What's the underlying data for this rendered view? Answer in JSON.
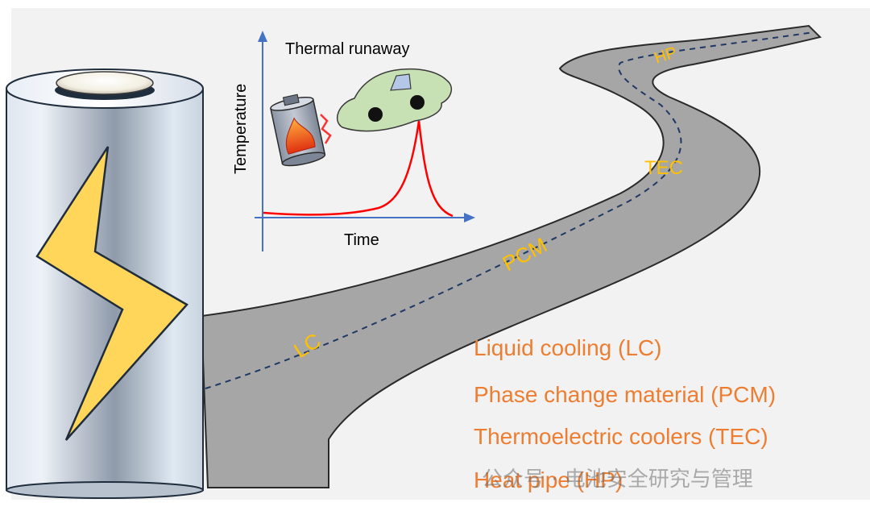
{
  "inset_chart": {
    "title": "Thermal runaway",
    "xlabel": "Time",
    "ylabel": "Temperature"
  },
  "road_labels": {
    "lc": "LC",
    "pcm": "PCM",
    "tec": "TEC",
    "hp": "HP"
  },
  "legend": [
    "Liquid cooling (LC)",
    "Phase change material (PCM)",
    "Thermoelectric coolers (TEC)",
    "Heat pipe (HP)"
  ],
  "watermark": "公众号 · 电池安全研究与管理",
  "colors": {
    "road": "#a6a6a6",
    "road_label": "#ffc000",
    "legend_text": "#ed7d31",
    "curve": "#ff0000",
    "axis": "#4472c4",
    "bolt": "#ffd55a",
    "car": "#c7e0b4",
    "background": "#f2f2f2"
  },
  "icons": [
    "battery-icon",
    "lightning-bolt-icon",
    "burning-battery-icon",
    "car-icon"
  ]
}
